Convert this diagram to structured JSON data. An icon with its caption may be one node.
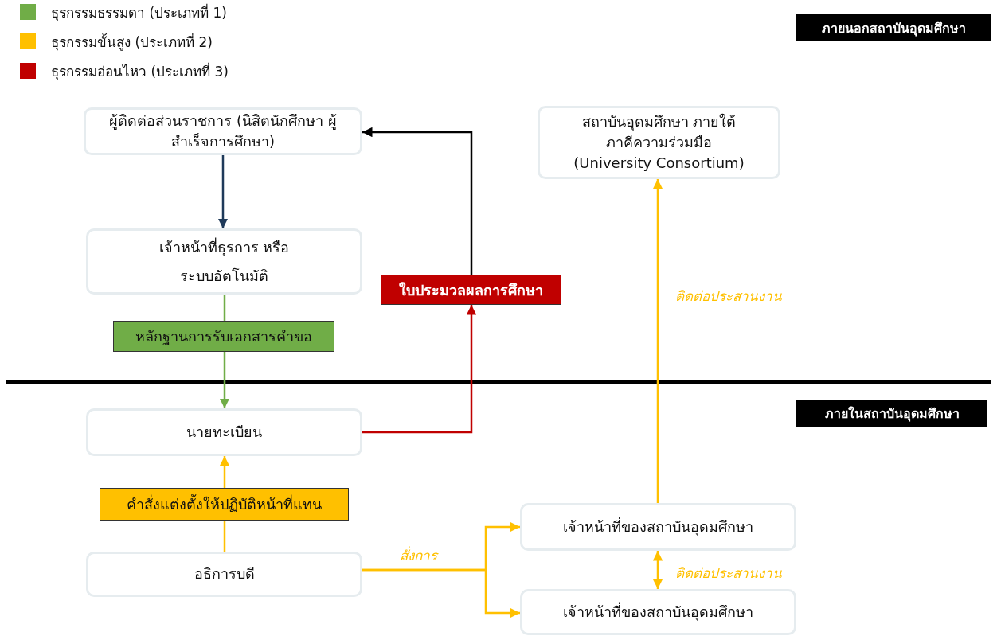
{
  "diagram": {
    "nodes": [
      {
        "text": [
          "ผู้ติดต่อส่วนราชการ (นิสิตนักศึกษา ผู้สำเร็จการศึกษา)"
        ]
      },
      {
        "text": [
          "สถาบันอุดมศึกษา ภายใต้ภาคีความร่วมมือ (University Consortium)"
        ]
      },
      {
        "text": [
          "เจ้าหน้าที่ธุรการ หรือระบบอัตโนมัติ"
        ]
      },
      {
        "text": [
          "ใบประมวลผลการศึกษา"
        ]
      },
      {
        "text": [
          "หลักฐานการรับเอกสารคำขอ"
        ]
      },
      {
        "text": [
          "นายทะเบียน"
        ]
      },
      {
        "text": [
          "คำสั่งแต่งตั้งให้ปฏิบัติหน้าที่แทน"
        ]
      },
      {
        "text": [
          "เจ้าหน้าที่ของสถาบันอุดมศึกษา"
        ]
      },
      {
        "text": [
          "อธิการบดี"
        ]
      },
      {
        "text": [
          "เจ้าหน้าที่ของสถาบันอุดมศึกษา"
        ]
      }
    ],
    "edges": [
      {
        "from": 0,
        "to": 2,
        "arrow": "to",
        "color": "#1f3a5a"
      },
      {
        "from": 2,
        "to": 4,
        "arrow": "none",
        "color": "#70ad47"
      },
      {
        "from": 4,
        "to": 5,
        "arrow": "to",
        "color": "#70ad47"
      },
      {
        "from": 5,
        "to": 3,
        "arrow": "to",
        "color": "#c00000"
      },
      {
        "from": 3,
        "to": 0,
        "arrow": "to",
        "color": "#000000"
      },
      {
        "from": 8,
        "to": 6,
        "arrow": "none"
      },
      {
        "from": 6,
        "to": 5,
        "arrow": "to"
      },
      {
        "from": 8,
        "to": 7,
        "arrow": "to",
        "label": "สั่งการ"
      },
      {
        "from": 8,
        "to": 9,
        "arrow": "to"
      },
      {
        "from": 7,
        "to": 1,
        "arrow": "to",
        "label": "ติดต่อประสานงาน"
      },
      {
        "from": 7,
        "to": 9,
        "arrow": "both",
        "label": "ติดต่อประสานงาน"
      }
    ],
    "labels": [
      "ภายนอกสถาบันอุดมศึกษา",
      "ภายในสถาบันอุดมศึกษา"
    ],
    "legend": [
      {
        "text": "ธุรกรรมธรรมดา (ประเภทที่ 1)",
        "color": "#70ad47"
      },
      {
        "text": "ธุรกรรมขั้นสูง (ประเภทที่ 2)",
        "color": "#ffc000"
      },
      {
        "text": "ธุรกรรมอ่อนไหว (ประเภทที่ 3)",
        "color": "#c00000"
      }
    ]
  }
}
